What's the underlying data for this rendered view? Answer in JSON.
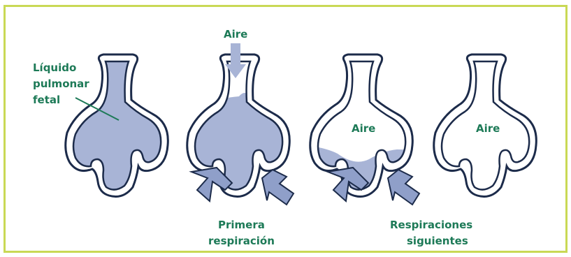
{
  "colors": {
    "frame": "#c9d955",
    "outline": "#1c2b4a",
    "fluid": "#a8b4d6",
    "label": "#1d7a57",
    "arrow_fill": "#8f9fc9"
  },
  "labels": {
    "fluid": [
      "Líquido",
      "pulmonar",
      "fetal"
    ],
    "air_top": "Aire",
    "air_third": "Aire",
    "air_fourth": "Aire",
    "first_breath": [
      "Primera",
      "respiración"
    ],
    "following_breaths": [
      "Respiraciones",
      "siguientes"
    ]
  },
  "stages": [
    {
      "fluid_level": 1.0
    },
    {
      "fluid_level": 0.85
    },
    {
      "fluid_level": 0.2
    },
    {
      "fluid_level": 0.0
    }
  ]
}
